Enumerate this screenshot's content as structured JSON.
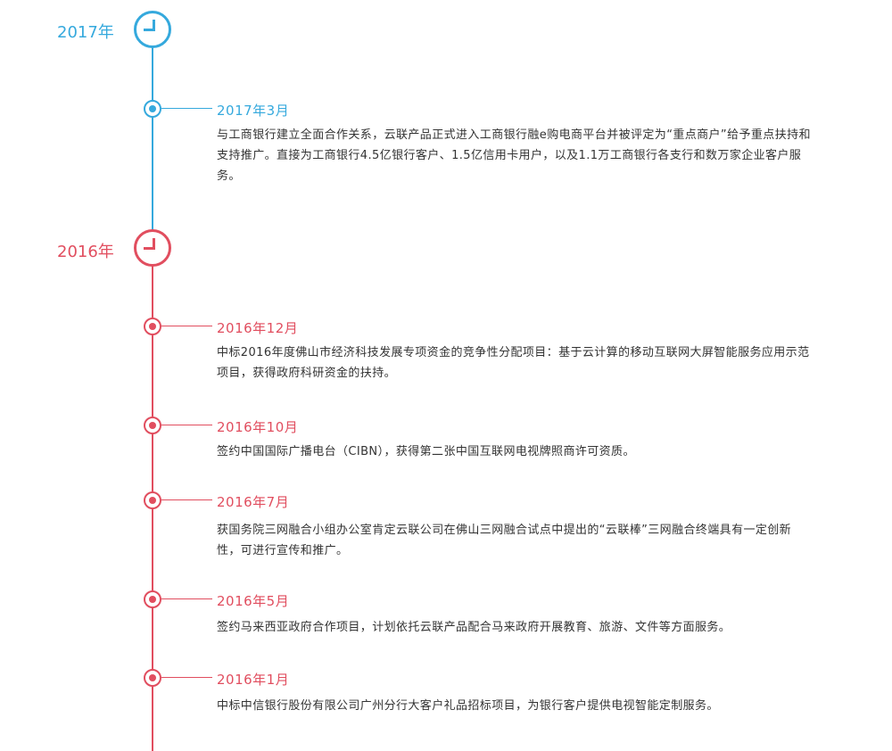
{
  "colors": {
    "year_2017": "#35a9dd",
    "year_2016": "#e14e5f",
    "text": "#333333"
  },
  "years": [
    {
      "label": "2017年",
      "icon": "clock-icon"
    },
    {
      "label": "2016年",
      "icon": "clock-icon"
    }
  ],
  "events": [
    {
      "date": "2017年3月",
      "text": "与工商银行建立全面合作关系，云联产品正式进入工商银行融e购电商平台并被评定为“重点商户”给予重点扶持和支持推广。直接为工商银行4.5亿银行客户、1.5亿信用卡用户，以及1.1万工商银行各支行和数万家企业客户服务。"
    },
    {
      "date": "2016年12月",
      "text": "中标2016年度佛山市经济科技发展专项资金的竞争性分配项目：基于云计算的移动互联网大屏智能服务应用示范项目，获得政府科研资金的扶持。"
    },
    {
      "date": "2016年10月",
      "text": "签约中国国际广播电台（CIBN），获得第二张中国互联网电视牌照商许可资质。"
    },
    {
      "date": "2016年7月",
      "text": "获国务院三网融合小组办公室肯定云联公司在佛山三网融合试点中提出的“云联棒”三网融合终端具有一定创新性，可进行宣传和推广。"
    },
    {
      "date": "2016年5月",
      "text": "签约马来西亚政府合作项目，计划依托云联产品配合马来政府开展教育、旅游、文件等方面服务。"
    },
    {
      "date": "2016年1月",
      "text": "中标中信银行股份有限公司广州分行大客户礼品招标项目，为银行客户提供电视智能定制服务。"
    }
  ]
}
